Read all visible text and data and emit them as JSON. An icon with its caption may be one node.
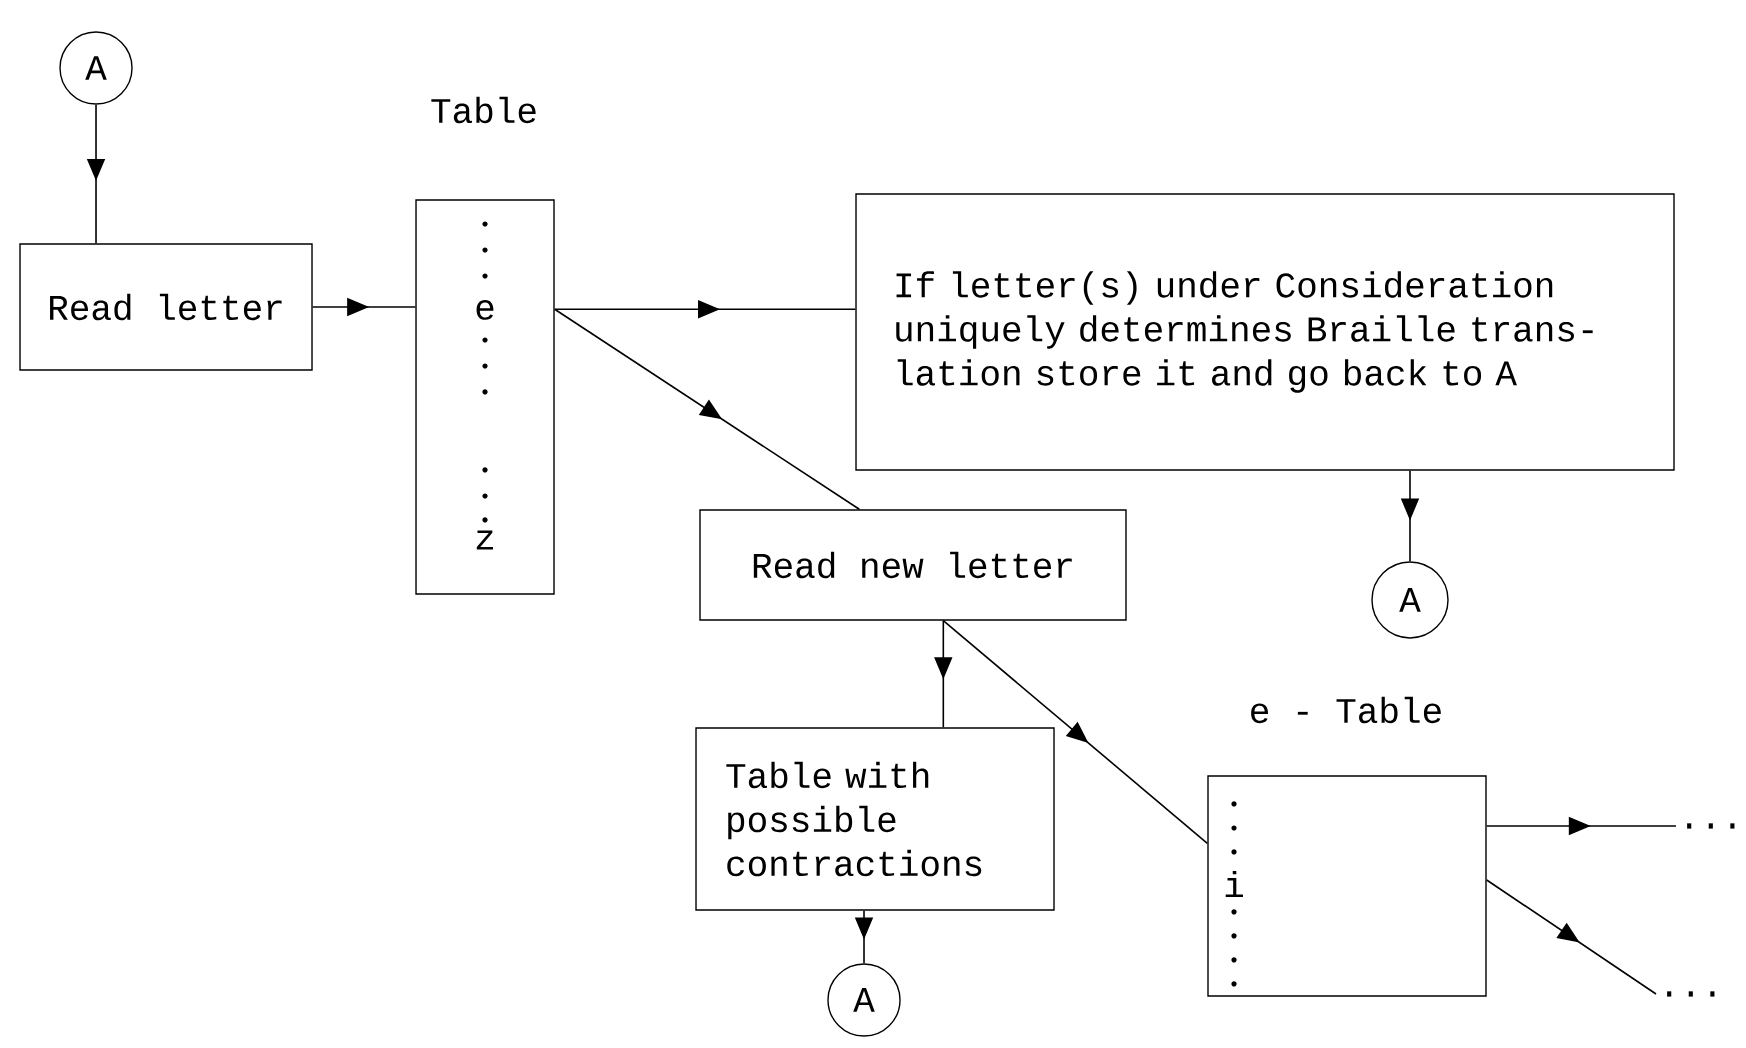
{
  "diagram": {
    "nodes": [
      {
        "text": [
          "A"
        ]
      },
      {
        "text": [
          "Read letter"
        ]
      },
      {
        "text": [
          "Table",
          "e",
          "z"
        ]
      },
      {
        "text": [
          "If letter(s) under Consideration uniquely determines Braille trans- lation store it and go back to A"
        ]
      },
      {
        "text": [
          "A"
        ]
      },
      {
        "text": [
          "Read new letter"
        ]
      },
      {
        "text": [
          "Table with possible contractions"
        ]
      },
      {
        "text": [
          "A"
        ]
      },
      {
        "text": [
          "e - Table",
          "i"
        ]
      },
      {
        "text": [
          "..."
        ]
      },
      {
        "text": [
          "..."
        ]
      }
    ],
    "edges": [
      {
        "from": 0,
        "to": 1,
        "arrow": "to"
      },
      {
        "from": 1,
        "to": 2,
        "arrow": "to"
      },
      {
        "from": 2,
        "to": 3,
        "arrow": "to"
      },
      {
        "from": 2,
        "to": 5,
        "arrow": "to"
      },
      {
        "from": 3,
        "to": 4,
        "arrow": "to"
      },
      {
        "from": 5,
        "to": 6,
        "arrow": "to"
      },
      {
        "from": 5,
        "to": 8,
        "arrow": "to"
      },
      {
        "from": 6,
        "to": 7,
        "arrow": "to"
      },
      {
        "from": 8,
        "to": 9,
        "arrow": "to"
      },
      {
        "from": 8,
        "to": 10,
        "arrow": "to"
      }
    ]
  }
}
